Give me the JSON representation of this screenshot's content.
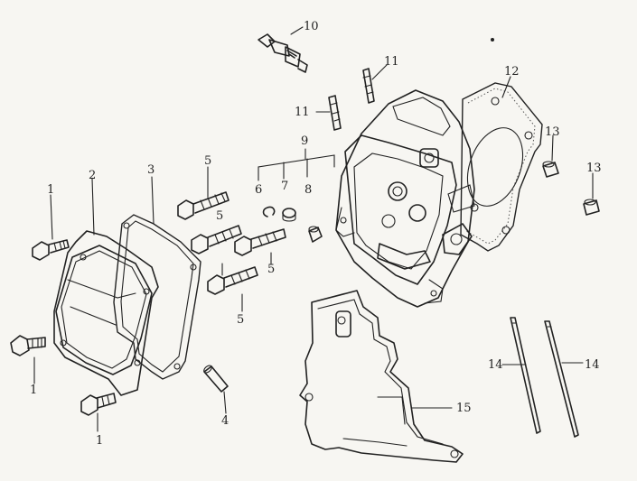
{
  "labels": {
    "p1_top": "1",
    "p1_left": "1",
    "p1_bottom": "1",
    "p2": "2",
    "p3": "3",
    "p4": "4",
    "p5_a": "5",
    "p5_b": "5",
    "p5_c": "5",
    "p5_d": "5",
    "p6": "6",
    "p7": "7",
    "p8": "8",
    "p9": "9",
    "p10": "10",
    "p11_top": "11",
    "p11_left": "11",
    "p12": "12",
    "p13_a": "13",
    "p13_b": "13",
    "p14_left": "14",
    "p14_right": "14",
    "p15": "15"
  },
  "colors": {
    "paper": "#f7f6f2",
    "ink": "#222222"
  }
}
